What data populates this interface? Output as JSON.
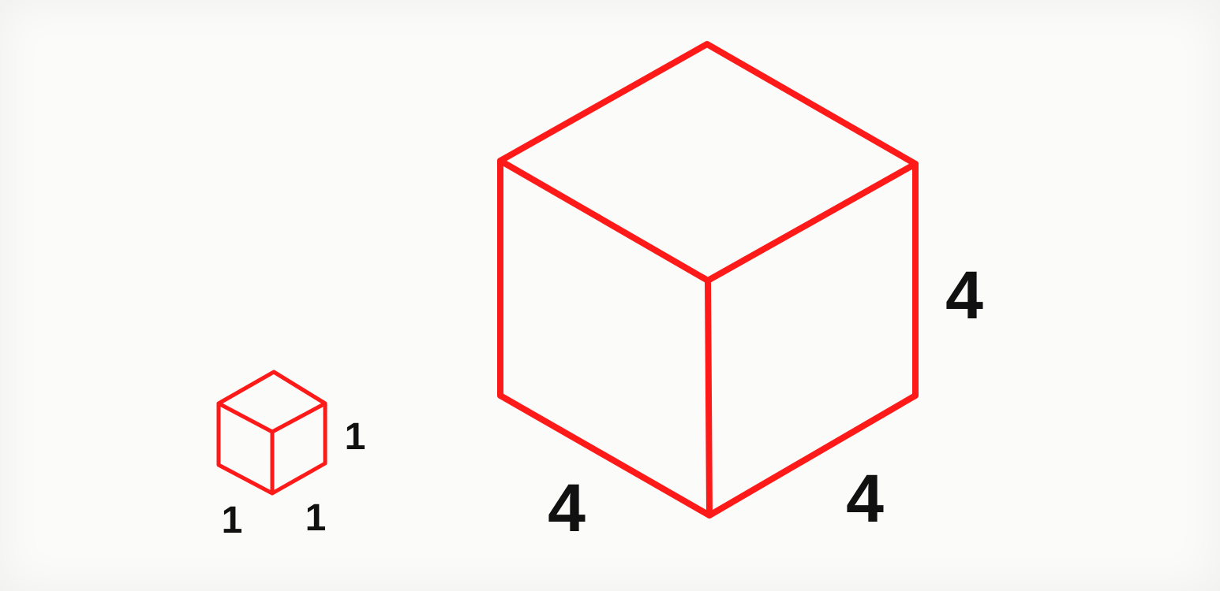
{
  "diagram": {
    "edge_color": "#ff1a1a",
    "label_color": "#111111",
    "small_cube": {
      "labels": {
        "side": "1",
        "left": "1",
        "right": "1"
      }
    },
    "large_cube": {
      "labels": {
        "side": "4",
        "left": "4",
        "right": "4"
      }
    }
  }
}
